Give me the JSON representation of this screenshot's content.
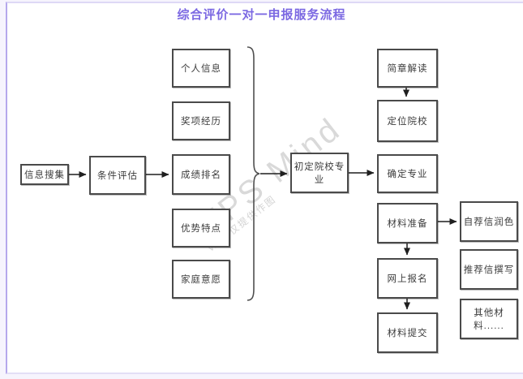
{
  "title": "综合评价一对一申报服务流程",
  "watermark": {
    "brand": "WPS Mind",
    "notice": "WPS仅提供作图"
  },
  "colors": {
    "title_text": "#7b68e2",
    "box_border": "#4a4a4a",
    "box_text": "#3c3c3c",
    "arrow": "#1f1f1f",
    "frame_left": "#b5a8ec",
    "frame_light": "#ded8f6",
    "page_margin": "#f6f4fd"
  },
  "nodes": {
    "info_gather": {
      "label": "信息搜集"
    },
    "condition_eval": {
      "label": "条件评估"
    },
    "personal_info": {
      "label": "个人信息"
    },
    "award_exp": {
      "label": "奖项经历"
    },
    "grade_rank": {
      "label": "成绩排名"
    },
    "strengths": {
      "label": "优势特点"
    },
    "family_wish": {
      "label": "家庭意愿"
    },
    "initial_school": {
      "label": "初定院校专业"
    },
    "brochure": {
      "label": "简章解读"
    },
    "target_school": {
      "label": "定位院校"
    },
    "confirm_major": {
      "label": "确定专业"
    },
    "material_prep": {
      "label": "材料准备"
    },
    "online_signup": {
      "label": "网上报名"
    },
    "material_submit": {
      "label": "材料提交"
    },
    "self_letter": {
      "label": "自荐信润色"
    },
    "rec_letter": {
      "label": "推荐信撰写"
    },
    "other_material": {
      "label": "其他材料......"
    }
  },
  "edges": [
    {
      "from": "info_gather",
      "to": "condition_eval"
    },
    {
      "from": "condition_eval",
      "to": "grade_rank"
    },
    {
      "from": "personal_info+award_exp+grade_rank+strengths+family_wish",
      "to": "initial_school",
      "via": "brace"
    },
    {
      "from": "initial_school",
      "to": "confirm_major"
    },
    {
      "from": "brochure",
      "to": "target_school"
    },
    {
      "from": "material_prep",
      "to": "online_signup"
    },
    {
      "from": "online_signup",
      "to": "material_submit"
    },
    {
      "from": "material_prep",
      "to": "self_letter"
    }
  ]
}
